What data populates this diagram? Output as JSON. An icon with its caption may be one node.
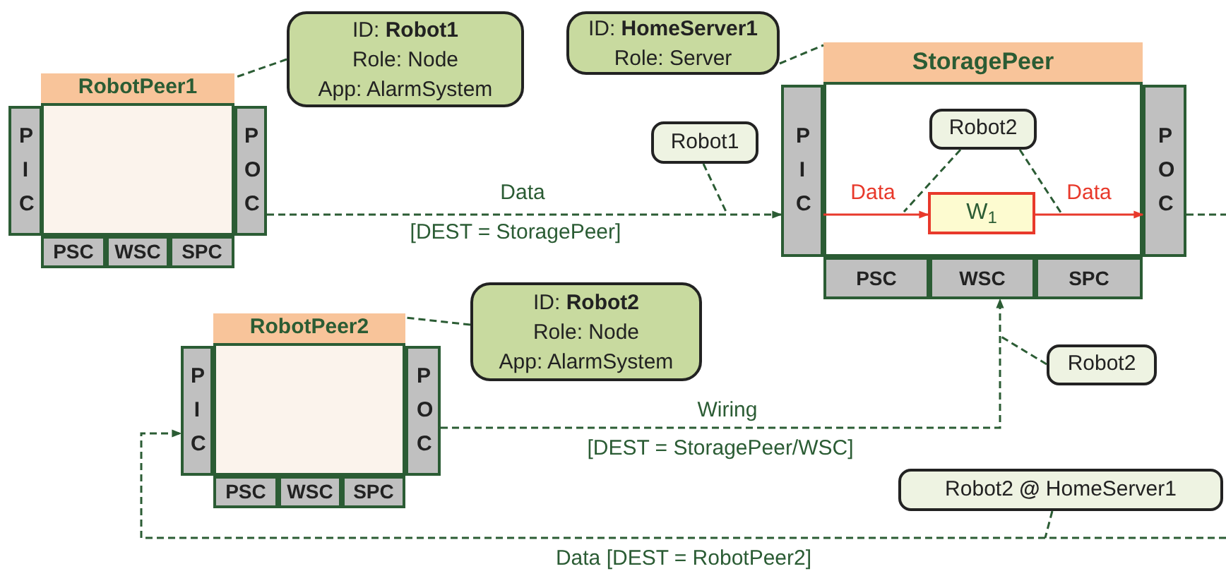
{
  "diagram": {
    "nodes": [
      {
        "text": [
          "ID: **Robot1**",
          "Role: Node",
          "App: AlarmSystem"
        ]
      },
      {
        "text": [
          "RobotPeer1"
        ]
      },
      {
        "text": [
          "PIC"
        ]
      },
      {
        "text": [
          "POC"
        ]
      },
      {
        "text": [
          "PSC"
        ]
      },
      {
        "text": [
          "WSC"
        ]
      },
      {
        "text": [
          "SPC"
        ]
      },
      {
        "text": [
          "ID: **HomeServer1**",
          "Role: Server"
        ]
      },
      {
        "text": [
          "StoragePeer"
        ]
      },
      {
        "text": [
          "PIC"
        ]
      },
      {
        "text": [
          "POC"
        ]
      },
      {
        "text": [
          "Robot2"
        ],
        "in": 8
      },
      {
        "text": [
          "W$_{1}$"
        ],
        "in": 8
      },
      {
        "text": [
          "PSC"
        ]
      },
      {
        "text": [
          "WSC"
        ]
      },
      {
        "text": [
          "SPC"
        ]
      },
      {
        "text": [
          "Robot1"
        ]
      },
      {
        "text": [
          "ID: **Robot2**",
          "Role: Node",
          "App: AlarmSystem"
        ]
      },
      {
        "text": [
          "RobotPeer2"
        ]
      },
      {
        "text": [
          "PIC"
        ]
      },
      {
        "text": [
          "POC"
        ]
      },
      {
        "text": [
          "PSC"
        ]
      },
      {
        "text": [
          "WSC"
        ]
      },
      {
        "text": [
          "SPC"
        ]
      },
      {
        "text": [
          "Robot2"
        ]
      },
      {
        "text": [
          "Robot2 **@** HomeServer1"
        ]
      }
    ],
    "edges": [
      {
        "from": 0,
        "to": 1,
        "arrow": "none",
        "style": "dashed"
      },
      {
        "from": 7,
        "to": 8,
        "arrow": "none",
        "style": "dashed"
      },
      {
        "from": 17,
        "to": 18,
        "arrow": "none",
        "style": "dashed"
      },
      {
        "from": 3,
        "to": 9,
        "arrow": "to",
        "style": "dashed",
        "label": "Data"
      },
      {
        "from": 16,
        "to": null,
        "arrow": "none",
        "style": "dashed"
      },
      {
        "from": 9,
        "to": 12,
        "arrow": "to",
        "color": "#e8392b",
        "label": "Data"
      },
      {
        "from": 12,
        "to": 10,
        "arrow": "to",
        "color": "#e8392b",
        "label": "Data"
      },
      {
        "from": 11,
        "to": null,
        "arrow": "none",
        "style": "dashed"
      },
      {
        "from": 11,
        "to": null,
        "arrow": "none",
        "style": "dashed"
      },
      {
        "from": 10,
        "to": null,
        "arrow": "none",
        "style": "dashed"
      },
      {
        "from": 20,
        "to": 14,
        "arrow": "to",
        "style": "dashed",
        "label": "Wiring"
      },
      {
        "from": 24,
        "to": null,
        "arrow": "none",
        "style": "dashed"
      },
      {
        "from": null,
        "to": 19,
        "arrow": "to",
        "style": "dashed",
        "label": "Data [DEST = RobotPeer2]"
      },
      {
        "from": 25,
        "to": null,
        "arrow": "none",
        "style": "dashed"
      }
    ],
    "labels": [
      "[DEST = StoragePeer]",
      "[DEST = StoragePeer/WSC]"
    ]
  }
}
